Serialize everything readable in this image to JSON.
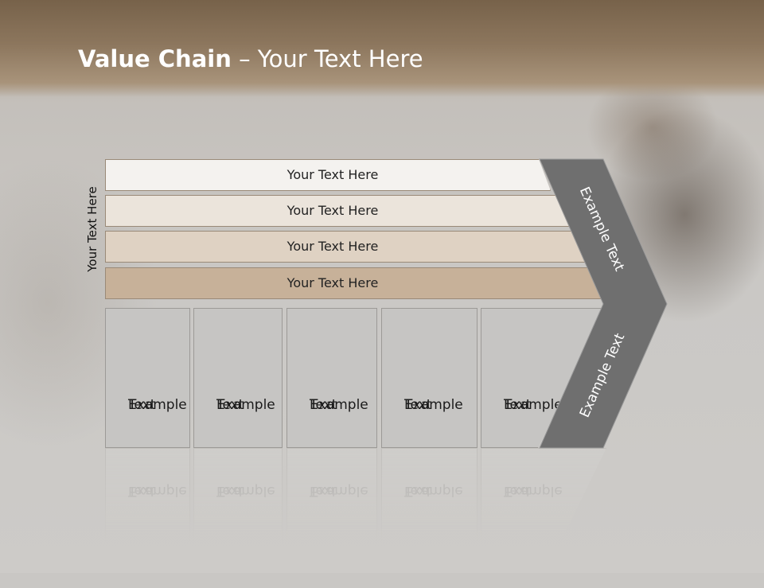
{
  "title": {
    "bold": "Value Chain",
    "rest": " – Your Text Here"
  },
  "side_label": "Your Text Here",
  "bars": [
    {
      "label": "Your Text Here",
      "color": "#f4f2ef"
    },
    {
      "label": "Your Text Here",
      "color": "#ebe4db"
    },
    {
      "label": "Your Text Here",
      "color": "#dfd2c3"
    },
    {
      "label": "Your Text Here",
      "color": "#c7b199"
    }
  ],
  "boxes": [
    {
      "line1": "Example",
      "line2": "Text"
    },
    {
      "line1": "Example",
      "line2": "Text"
    },
    {
      "line1": "Example",
      "line2": "Text"
    },
    {
      "line1": "Example",
      "line2": "Text"
    },
    {
      "line1": "Example",
      "line2": "Text"
    }
  ],
  "chevron": {
    "upper_label": "Example Text",
    "lower_label": "Example Text",
    "fill": "#6f6f6f"
  }
}
